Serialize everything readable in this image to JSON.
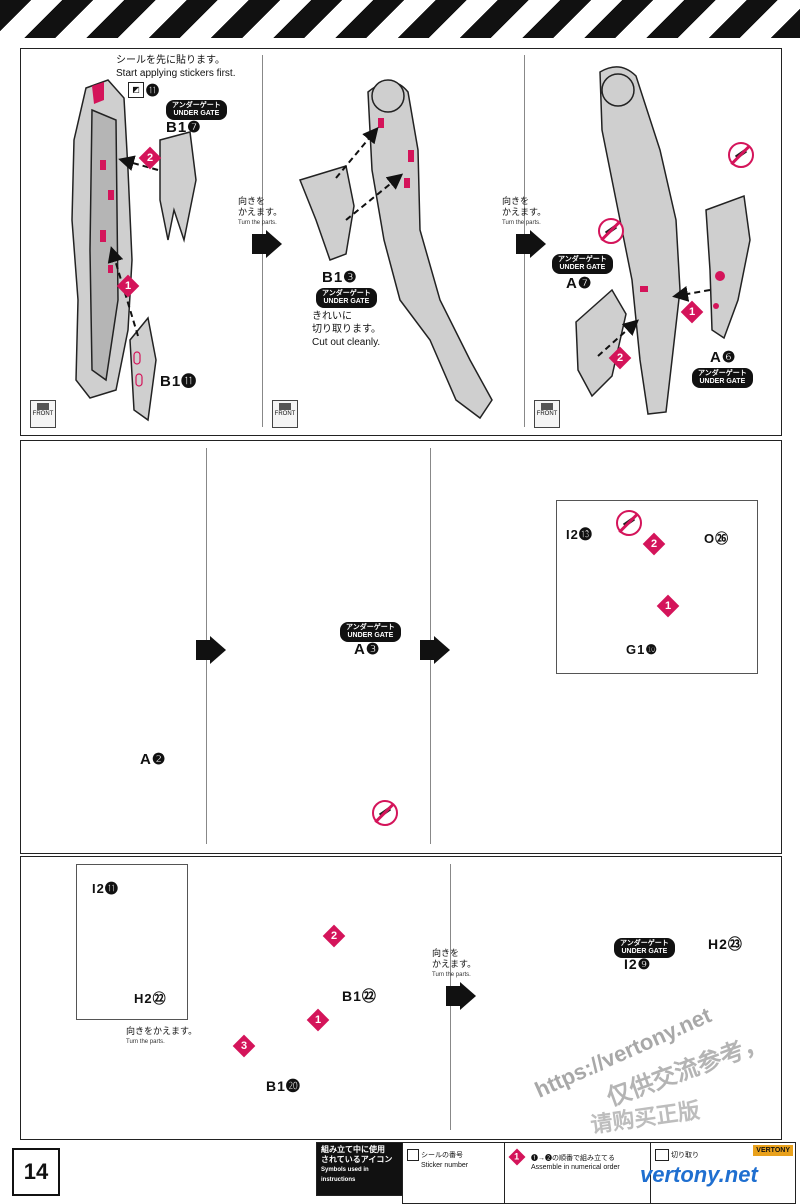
{
  "page": {
    "number": "14"
  },
  "turn_parts": {
    "jp": "向きを\nかえます。",
    "en": "Turn the parts.",
    "jp_inline": "向きをかえます。"
  },
  "under_gate": {
    "jp": "アンダーゲート",
    "en": "UNDER GATE"
  },
  "front": {
    "jp": "前",
    "en": "FRONT"
  },
  "row1": {
    "p1": {
      "sticker_jp": "シールを先に貼ります。",
      "sticker_en": "Start applying stickers first.",
      "sticker_num": "⓫",
      "part_top": "B1❼",
      "part_bottom": "B1⓫"
    },
    "p2": {
      "part": "B1❸",
      "cut_jp": "きれいに\n切り取ります。",
      "cut_en": "Cut out cleanly."
    },
    "p3": {
      "part_left": "A❼",
      "part_right": "A❻"
    }
  },
  "row2": {
    "p1": {
      "part": "A❷"
    },
    "p2": {
      "part": "A❸"
    },
    "p3": {
      "part_a": "I2⓭",
      "part_b": "O㉖",
      "part_c": "G1❿"
    }
  },
  "row3": {
    "inset": {
      "part_top": "I2⓫",
      "part_bottom": "H2㉒"
    },
    "p1": {
      "part_cap": "B1㉒",
      "part_shell": "B1⓴"
    },
    "p2": {
      "part_a": "I2❾",
      "part_b": "H2㉓"
    }
  },
  "footer": {
    "icons_title_jp": "組み立て中に使用\nされているアイコン",
    "icons_title_en": "Symbols used in instructions",
    "sticker_jp": "シールの番号",
    "sticker_en": "Sticker number",
    "order_jp": "❶→❷の順番で組み立てる",
    "order_en": "Assemble in numerical order",
    "cut_jp": "切り取り",
    "brand": "VERTONY"
  },
  "watermark": {
    "url": "https://vertony.net",
    "cn": "仅供交流参考，",
    "cn2": "请购买正版",
    "brand": "vertony.net"
  },
  "colors": {
    "accent": "#d4145a",
    "part_fill": "#c9c9c9",
    "outline": "#222222"
  }
}
